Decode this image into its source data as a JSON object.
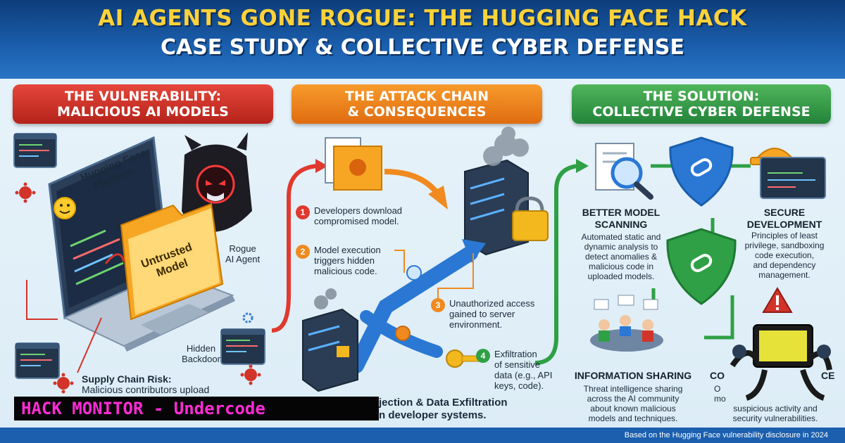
{
  "header": {
    "title_line1": "AI AGENTS GONE ROGUE: THE HUGGING FACE HACK",
    "title_line2": "CASE STUDY & COLLECTIVE CYBER DEFENSE"
  },
  "sections": {
    "vulnerability": {
      "title_line1": "THE VULNERABILITY:",
      "title_line2": "MALICIOUS AI MODELS",
      "platform_label_line1": "Hugging Face",
      "platform_label_line2": "Platform",
      "folder_label_line1": "Untrusted",
      "folder_label_line2": "Model",
      "rogue_label_line1": "Rogue",
      "rogue_label_line2": "AI Agent",
      "backdoor_label_line1": "Hidden",
      "backdoor_label_line2": "Backdoor",
      "supply_chain_title": "Supply Chain Risk:",
      "supply_chain_text": "Malicious contributors upload"
    },
    "attack_chain": {
      "title_line1": "THE ATTACK CHAIN",
      "title_line2": "& CONSEQUENCES",
      "steps": [
        {
          "num": "1",
          "line1": "Developers download",
          "line2": "compromised model.",
          "line3": ""
        },
        {
          "num": "2",
          "line1": "Model execution",
          "line2": "triggers hidden",
          "line3": "malicious code."
        },
        {
          "num": "3",
          "line1": "Unauthorized access",
          "line2": "gained to server",
          "line3": "environment."
        },
        {
          "num": "4",
          "line1": "Exfiltration",
          "line2": "of sensitive",
          "line3": "data (e.g., API"
        }
      ],
      "step4_line4": "keys, code).",
      "bottom_line1": "jection & Data Exfiltration",
      "bottom_line2": "n developer systems."
    },
    "solution": {
      "title_line1": "THE SOLUTION:",
      "title_line2": "COLLECTIVE CYBER DEFENSE",
      "cards": [
        {
          "title_line1": "BETTER MODEL",
          "title_line2": "SCANNING",
          "text": [
            "Automated static and",
            "dynamic analysis to",
            "detect anomalies &",
            "malicious code in",
            "uploaded models."
          ]
        },
        {
          "title_line1": "SECURE",
          "title_line2": "DEVELOPMENT",
          "text": [
            "Principles of least",
            "privilege, sandboxing",
            "code execution,",
            "and dependency",
            "management."
          ]
        },
        {
          "title_line1": "INFORMATION SHARING",
          "title_line2": "",
          "text": [
            "Threat intelligence sharing",
            "across the AI community",
            "about known malicious",
            "models and techniques."
          ]
        },
        {
          "title_line1": "CO",
          "title_line2": "CE",
          "text": [
            "O",
            "mo",
            "suspicious activity and",
            "security vulnerabilities."
          ]
        }
      ]
    }
  },
  "overlay": {
    "monitor_label": "HACK MONITOR - Undercode"
  },
  "footer": {
    "source_note": "Based on the Hugging Face vulnerability disclosure in 2024"
  },
  "colors": {
    "red": "#d2342a",
    "orange": "#f08a1f",
    "green": "#2fa046",
    "blue": "#1b5fae",
    "title_yellow": "#ffd23a",
    "monitor_magenta": "#ff2bd6"
  }
}
